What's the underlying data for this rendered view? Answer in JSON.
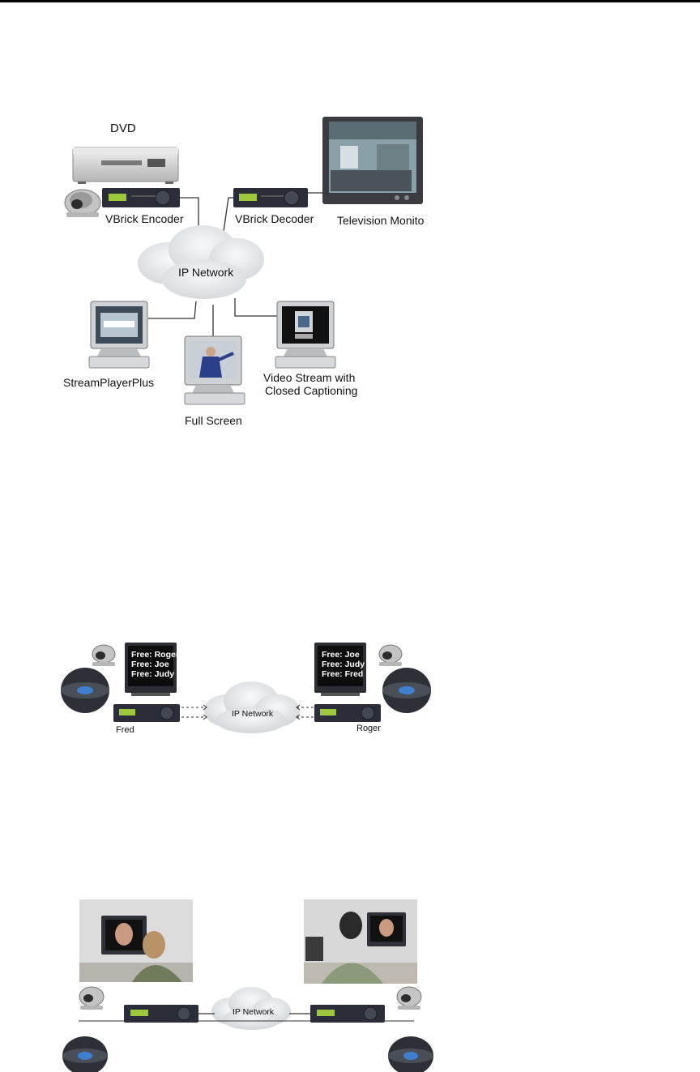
{
  "diagram1": {
    "labels": {
      "dvd": "DVD",
      "encoder": "VBrick Encoder",
      "decoder": "VBrick Decoder",
      "tv_monitor": "Television Monitor",
      "network": "IP Network",
      "streamplayer": "StreamPlayerPlus",
      "full_screen": "Full Screen",
      "cc_line1": "Video Stream with",
      "cc_line2": "Closed Captioning"
    }
  },
  "diagram2": {
    "left_screen": [
      "Free: Roger",
      "Free: Joe",
      "Free: Judy"
    ],
    "right_screen": [
      "Free: Joe",
      "Free: Judy",
      "Free: Fred"
    ],
    "network": "IP Network",
    "left_name": "Fred",
    "right_name": "Roger"
  },
  "diagram3": {
    "network": "IP Network"
  },
  "colors": {
    "device_body": "#2b2e38",
    "lcd_green": "#9ec83c",
    "cloud": "#e9ecef",
    "link_line": "#333333"
  }
}
